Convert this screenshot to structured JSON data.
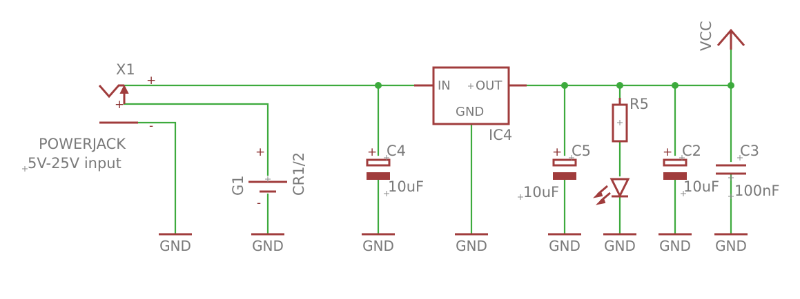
{
  "components": {
    "x1": {
      "name": "X1",
      "desc1": "POWERJACK",
      "desc2": "5V-25V input",
      "pin_pos": "+",
      "pin_pos2": "+",
      "pin_neg": "-"
    },
    "g1": {
      "name": "G1",
      "value": "CR1/2",
      "pin_pos": "+",
      "pin_neg": "-"
    },
    "c4": {
      "name": "C4",
      "value": "10uF",
      "pin_pos": "+"
    },
    "ic4": {
      "name": "IC4",
      "pin_in": "IN",
      "pin_out": "OUT",
      "pin_gnd": "GND"
    },
    "c5": {
      "name": "C5",
      "value": "10uF",
      "pin_pos": "+"
    },
    "r5": {
      "name": "R5"
    },
    "c2": {
      "name": "C2",
      "value": "10uF",
      "pin_pos": "+"
    },
    "c3": {
      "name": "C3",
      "value": "100nF"
    },
    "vcc": {
      "name": "VCC"
    }
  },
  "grounds": [
    "GND",
    "GND",
    "GND",
    "GND",
    "GND",
    "GND",
    "GND",
    "GND"
  ]
}
